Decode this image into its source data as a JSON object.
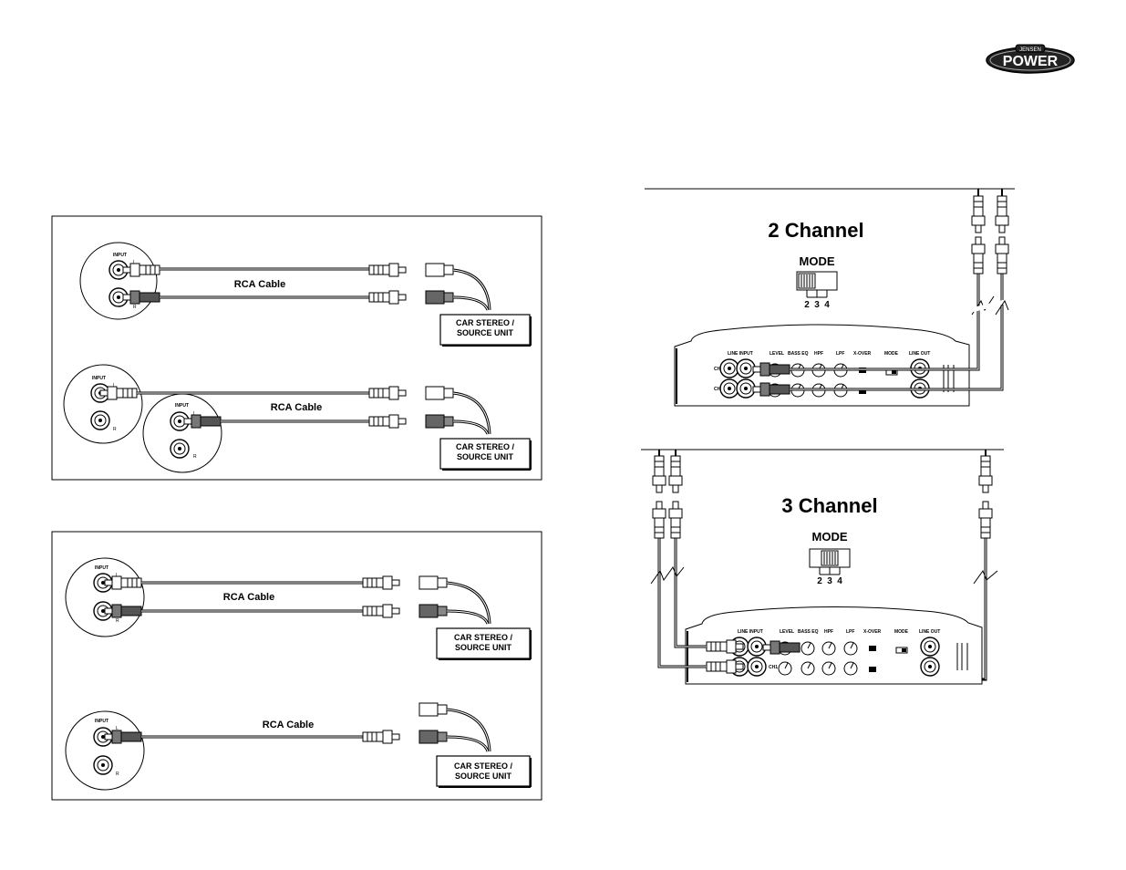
{
  "logo": {
    "brand": "JENSEN",
    "product": "POWER"
  },
  "left_panels": {
    "top": {
      "stereo_diagram": {
        "input_label": "INPUT",
        "l": "L",
        "r": "R",
        "cable_label": "RCA Cable",
        "source_line1": "CAR STEREO /",
        "source_line2": "SOURCE UNIT"
      },
      "mono_diagram": {
        "input_label": "INPUT",
        "l": "L",
        "r": "R",
        "cable_label": "RCA Cable",
        "source_line1": "CAR STEREO /",
        "source_line2": "SOURCE UNIT"
      }
    },
    "bottom": {
      "stereo_diagram": {
        "input_label": "INPUT",
        "l": "L",
        "r": "R",
        "cable_label": "RCA Cable",
        "source_line1": "CAR STEREO /",
        "source_line2": "SOURCE UNIT"
      },
      "mono_diagram": {
        "input_label": "INPUT",
        "l": "L",
        "r": "R",
        "cable_label": "RCA Cable",
        "source_line1": "CAR STEREO /",
        "source_line2": "SOURCE UNIT"
      }
    }
  },
  "two_channel": {
    "title": "2 Channel",
    "mode_label": "MODE",
    "mode_positions": [
      "2",
      "3",
      "4"
    ],
    "amp_labels": [
      "LINE INPUT",
      "LEVEL",
      "BASS EQ",
      "HPF",
      "LPF",
      "X-OVER",
      "MODE",
      "LINE OUT"
    ],
    "ch1": "CH1",
    "ch2": "CH2"
  },
  "three_channel": {
    "title": "3 Channel",
    "mode_label": "MODE",
    "mode_positions": [
      "2",
      "3",
      "4"
    ],
    "amp_labels": [
      "LINE INPUT",
      "LEVEL",
      "BASS EQ",
      "HPF",
      "LPF",
      "X-OVER",
      "MODE",
      "LINE OUT"
    ],
    "ch1": "CH1"
  }
}
